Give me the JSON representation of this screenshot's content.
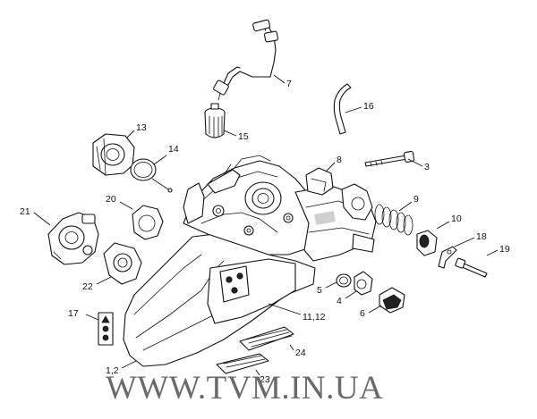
{
  "diagram": {
    "callouts": {
      "p7": "7",
      "p16": "16",
      "p13": "13",
      "p15": "15",
      "p14": "14",
      "p8": "8",
      "p3": "3",
      "p20": "20",
      "p9": "9",
      "p21": "21",
      "p10": "10",
      "p18": "18",
      "p19": "19",
      "p22": "22",
      "p5": "5",
      "p4": "4",
      "p17": "17",
      "p11_12": "11,12",
      "p6": "6",
      "p24": "24",
      "p1_2": "1,2",
      "p23": "23"
    },
    "watermark": "WWW.TVM.IN.UA"
  }
}
